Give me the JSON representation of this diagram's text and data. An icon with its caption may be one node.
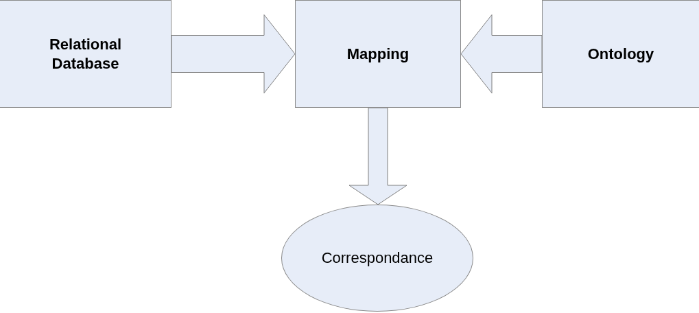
{
  "diagram": {
    "nodes": [
      {
        "text": [
          "Relational Database"
        ]
      },
      {
        "text": [
          "Mapping"
        ]
      },
      {
        "text": [
          "Ontology"
        ]
      },
      {
        "text": [
          "Correspondance"
        ]
      }
    ],
    "edges": [
      {
        "from": 0,
        "to": 1,
        "arrow": "to"
      },
      {
        "from": 2,
        "to": 1,
        "arrow": "to"
      },
      {
        "from": 1,
        "to": 3,
        "arrow": "to"
      }
    ]
  }
}
